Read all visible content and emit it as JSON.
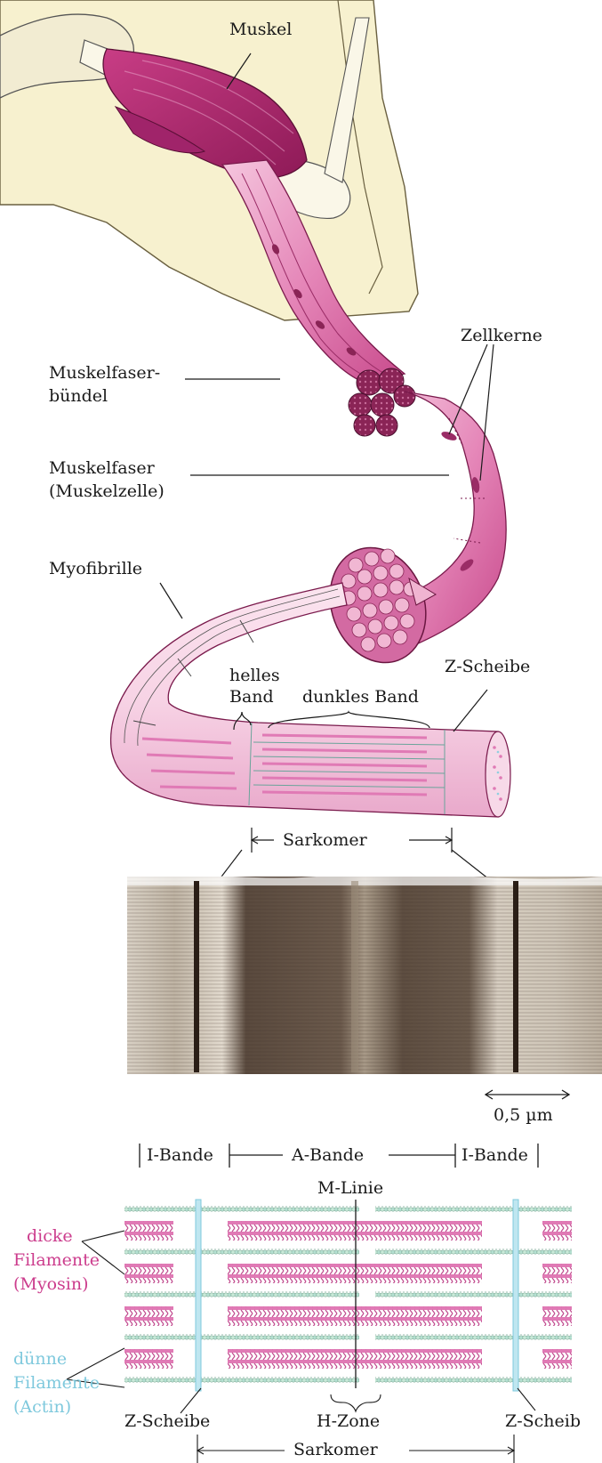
{
  "labels": {
    "muskel": "Muskel",
    "zellkerne": "Zellkerne",
    "muskelfaserbuendel_1": "Muskelfaser-",
    "muskelfaserbuendel_2": "bündel",
    "muskelfaser": "Muskelfaser",
    "muskelzelle": "(Muskelzelle)",
    "myofibrille": "Myofibrille",
    "helles_1": "helles",
    "helles_2": "Band",
    "dunkles": "dunkles Band",
    "zscheibe_top": "Z-Scheibe",
    "sarkomer_top": "Sarkomer",
    "scale": "0,5 µm",
    "i_bande_left": "I-Bande",
    "a_bande": "A-Bande",
    "i_bande_right": "I-Bande",
    "m_linie": "M-Linie",
    "dicke_1": "dicke",
    "dicke_2": "Filamente",
    "dicke_3": "(Myosin)",
    "duenne_1": "dünne",
    "duenne_2": "Filamente",
    "duenne_3": "(Actin)",
    "zscheibe_left": "Z-Scheibe",
    "h_zone": "H-Zone",
    "zscheibe_right": "Z-Scheib",
    "sarkomer_bottom": "Sarkomer"
  },
  "colors": {
    "muscle": "#b8256e",
    "fiber": "#e06aa8",
    "fiber_light": "#f3b9d6",
    "bone": "#f7f0c8",
    "myosin": "#e07ab5",
    "actin": "#a8dccf",
    "zdisk": "#8fd0e0",
    "em_dark": "#4a3a30",
    "em_light": "#cfc6b8"
  }
}
